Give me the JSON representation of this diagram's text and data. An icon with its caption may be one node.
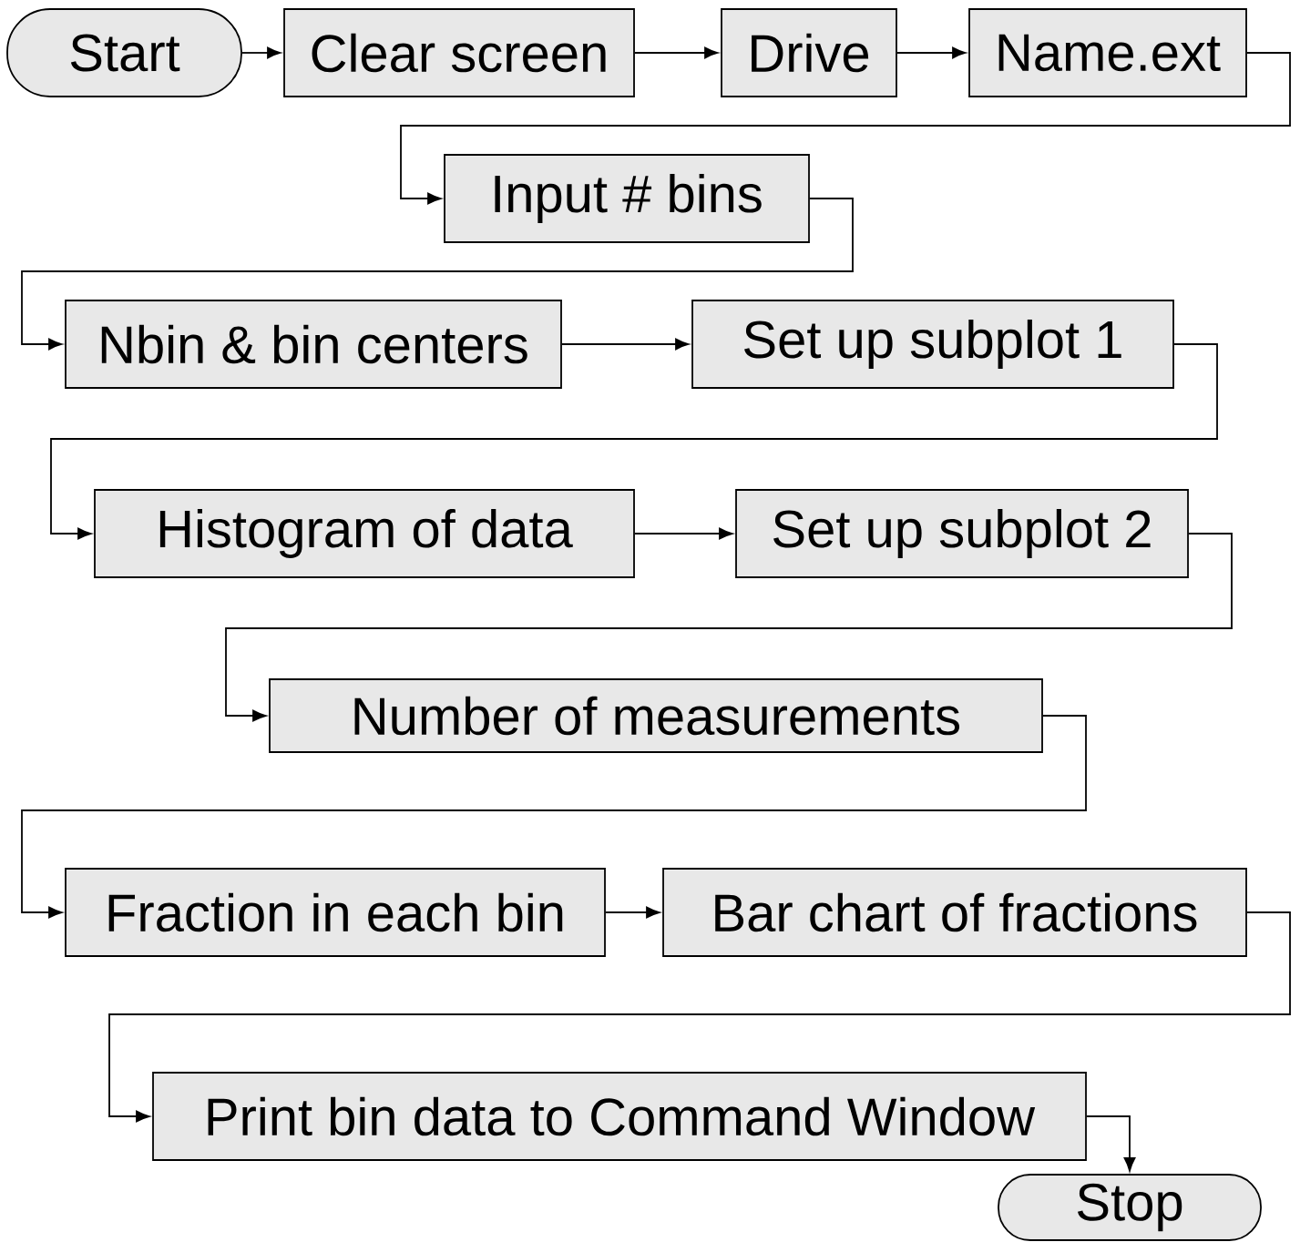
{
  "diagram": {
    "nodes": [
      {
        "text": [
          "Start"
        ]
      },
      {
        "text": [
          "Clear screen"
        ]
      },
      {
        "text": [
          "Drive"
        ]
      },
      {
        "text": [
          "Name.ext"
        ]
      },
      {
        "text": [
          "Input # bins"
        ]
      },
      {
        "text": [
          "Nbin & bin centers"
        ]
      },
      {
        "text": [
          "Set up subplot 1"
        ]
      },
      {
        "text": [
          "Histogram of data"
        ]
      },
      {
        "text": [
          "Set up subplot 2"
        ]
      },
      {
        "text": [
          "Number of measurements"
        ]
      },
      {
        "text": [
          "Fraction in each bin"
        ]
      },
      {
        "text": [
          "Bar chart of fractions"
        ]
      },
      {
        "text": [
          "Print bin data to Command Window"
        ]
      },
      {
        "text": [
          "Stop"
        ]
      }
    ],
    "edges": [
      {
        "from": 0,
        "to": 1,
        "arrow": "to"
      },
      {
        "from": 1,
        "to": 2,
        "arrow": "to"
      },
      {
        "from": 2,
        "to": 3,
        "arrow": "to"
      },
      {
        "from": 3,
        "to": 4,
        "arrow": "to"
      },
      {
        "from": 4,
        "to": 5,
        "arrow": "to"
      },
      {
        "from": 5,
        "to": 6,
        "arrow": "to"
      },
      {
        "from": 6,
        "to": 7,
        "arrow": "to"
      },
      {
        "from": 7,
        "to": 8,
        "arrow": "to"
      },
      {
        "from": 8,
        "to": 9,
        "arrow": "to"
      },
      {
        "from": 9,
        "to": 10,
        "arrow": "to"
      },
      {
        "from": 10,
        "to": 11,
        "arrow": "to"
      },
      {
        "from": 11,
        "to": 12,
        "arrow": "to"
      },
      {
        "from": 12,
        "to": 13,
        "arrow": "to"
      }
    ]
  }
}
